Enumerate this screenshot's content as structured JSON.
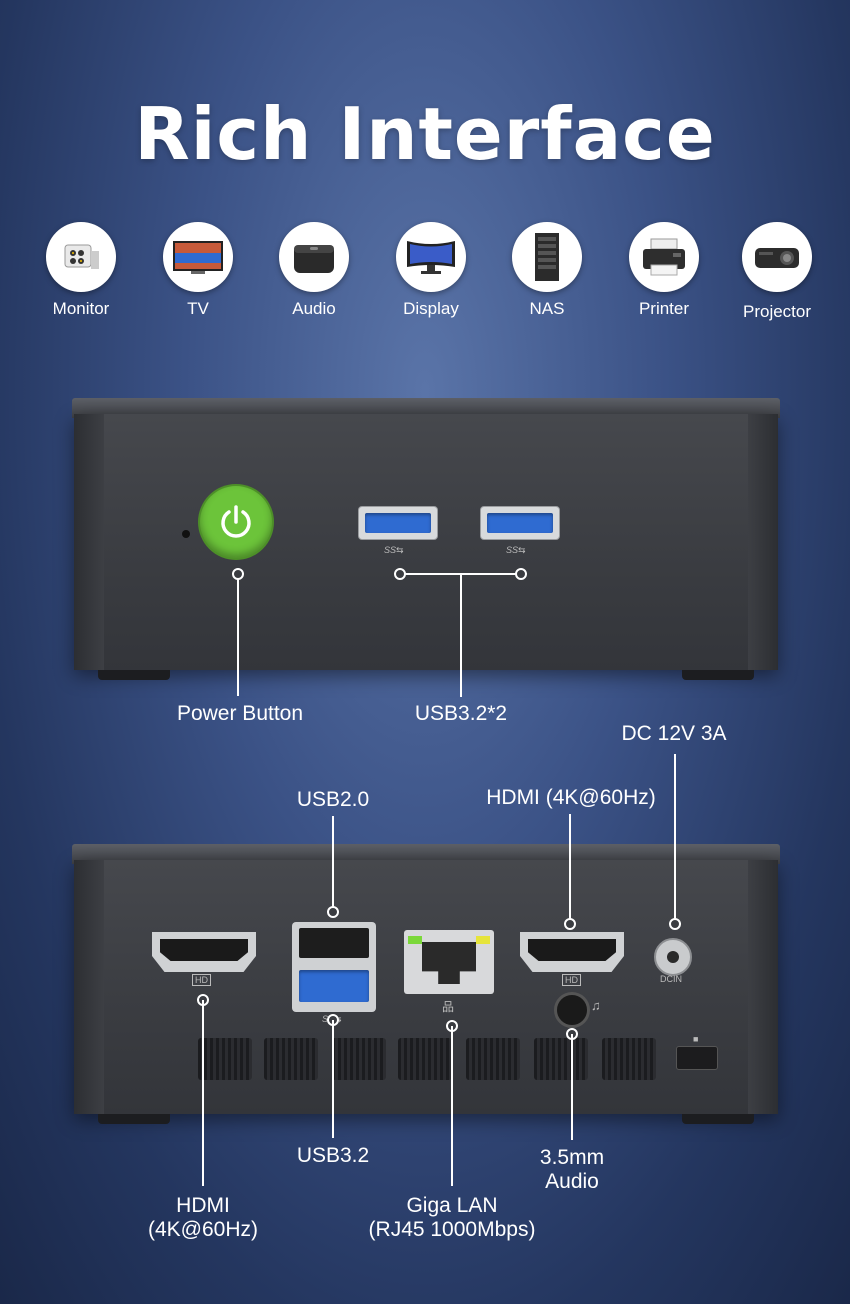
{
  "title": "Rich Interface",
  "devices": [
    {
      "label": "Monitor",
      "icon": "security-camera-icon"
    },
    {
      "label": "TV",
      "icon": "tv-icon"
    },
    {
      "label": "Audio",
      "icon": "speaker-icon"
    },
    {
      "label": "Display",
      "icon": "curved-monitor-icon"
    },
    {
      "label": "NAS",
      "icon": "nas-server-icon"
    },
    {
      "label": "Printer",
      "icon": "printer-icon"
    },
    {
      "label": "Projector",
      "icon": "projector-icon"
    }
  ],
  "front": {
    "power_label": "Power Button",
    "usb_label": "USB3.2*2",
    "ss_mark": "SS⇆"
  },
  "rear": {
    "dc_label": "DC 12V 3A",
    "usb20_label": "USB2.0",
    "hdmi_right_label": "HDMI (4K@60Hz)",
    "hdmi_left_label_1": "HDMI",
    "hdmi_left_label_2": "(4K@60Hz)",
    "usb32_label": "USB3.2",
    "lan_label_1": "Giga LAN",
    "lan_label_2": "(RJ45 1000Mbps)",
    "audio_label_1": "3.5mm",
    "audio_label_2": "Audio",
    "hd_mark": "HD",
    "dcin_mark": "DCIN"
  },
  "colors": {
    "power_green": "#6cc43a",
    "usb3_blue": "#2f6bd1",
    "lan_led_green": "#7bd83a",
    "lan_led_yellow": "#e6e43a"
  }
}
